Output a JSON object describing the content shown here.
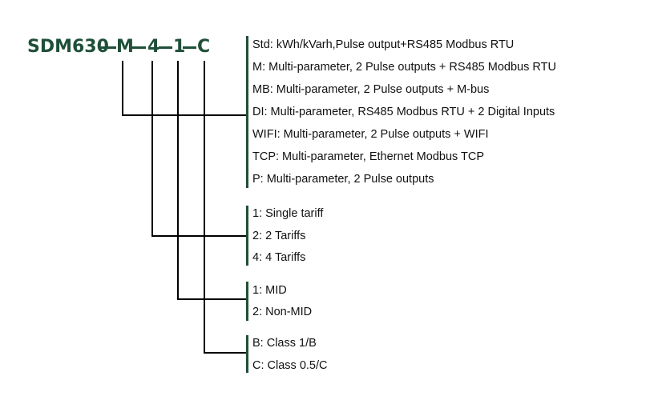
{
  "model_code": {
    "base": "SDM630",
    "segments": [
      "M",
      "4",
      "1",
      "C"
    ]
  },
  "groups": [
    {
      "options": [
        "Std: kWh/kVarh,Pulse output+RS485 Modbus RTU",
        "M: Multi-parameter, 2 Pulse outputs + RS485 Modbus RTU",
        "MB: Multi-parameter, 2 Pulse outputs + M-bus",
        "DI: Multi-parameter, RS485 Modbus RTU + 2 Digital Inputs",
        "WIFI: Multi-parameter, 2 Pulse outputs + WIFI",
        "TCP: Multi-parameter, Ethernet Modbus TCP",
        "P: Multi-parameter, 2 Pulse outputs"
      ]
    },
    {
      "options": [
        "1: Single tariff",
        "2: 2 Tariffs",
        "4: 4 Tariffs"
      ]
    },
    {
      "options": [
        "1: MID",
        "2: Non-MID"
      ]
    },
    {
      "options": [
        "B: Class 1/B",
        "C: Class 0.5/C"
      ]
    }
  ],
  "colors": {
    "accent": "#1f4f38",
    "connector": "#000000",
    "text": "#111111"
  }
}
